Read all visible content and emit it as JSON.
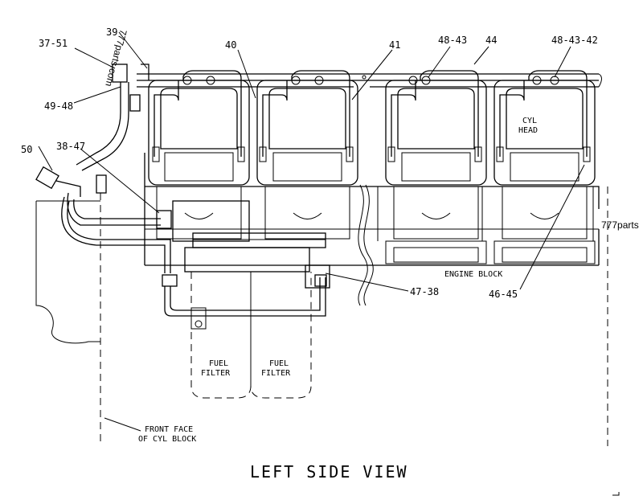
{
  "view_title": "LEFT SIDE VIEW",
  "callouts": {
    "c37_51": "37-51",
    "c39": "39",
    "c40": "40",
    "c41": "41",
    "c48_43": "48-43",
    "c44": "44",
    "c48_43_42": "48-43-42",
    "c49_48": "49-48",
    "c50": "50",
    "c38_47": "38-47",
    "c47_38": "47-38",
    "c46_45": "46-45"
  },
  "annotations": {
    "cyl_head_line1": "CYL",
    "cyl_head_line2": "HEAD",
    "engine_block": "ENGINE BLOCK",
    "front_face_line1": "FRONT FACE",
    "front_face_line2": "OF CYL BLOCK",
    "fuel_filter_1_line1": "FUEL",
    "fuel_filter_1_line2": "FILTER",
    "fuel_filter_2_line1": "FUEL",
    "fuel_filter_2_line2": "FILTER"
  },
  "watermarks": {
    "top": "777parts.com",
    "right": "777parts"
  }
}
